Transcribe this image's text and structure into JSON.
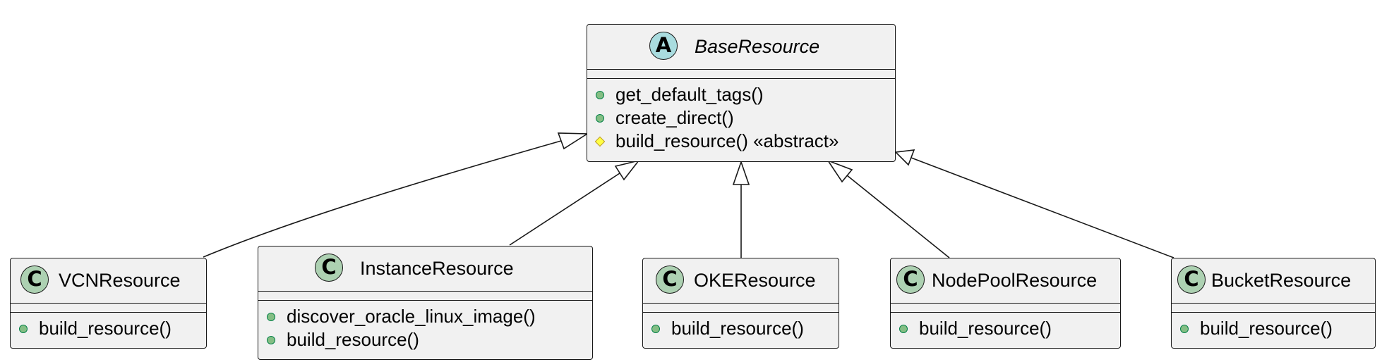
{
  "diagram": {
    "base": {
      "name": "BaseResource",
      "stereotype": "A",
      "methods": [
        {
          "visibility": "public",
          "text": "get_default_tags()"
        },
        {
          "visibility": "public",
          "text": "create_direct()"
        },
        {
          "visibility": "protected",
          "text": "build_resource() «abstract»"
        }
      ]
    },
    "subclasses": [
      {
        "name": "VCNResource",
        "stereotype": "C",
        "methods": [
          {
            "visibility": "public",
            "text": "build_resource()"
          }
        ]
      },
      {
        "name": "InstanceResource",
        "stereotype": "C",
        "methods": [
          {
            "visibility": "public",
            "text": "discover_oracle_linux_image()"
          },
          {
            "visibility": "public",
            "text": "build_resource()"
          }
        ]
      },
      {
        "name": "OKEResource",
        "stereotype": "C",
        "methods": [
          {
            "visibility": "public",
            "text": "build_resource()"
          }
        ]
      },
      {
        "name": "NodePoolResource",
        "stereotype": "C",
        "methods": [
          {
            "visibility": "public",
            "text": "build_resource()"
          }
        ]
      },
      {
        "name": "BucketResource",
        "stereotype": "C",
        "methods": [
          {
            "visibility": "public",
            "text": "build_resource()"
          }
        ]
      }
    ],
    "relations": [
      {
        "from": "VCNResource",
        "to": "BaseResource",
        "type": "inheritance"
      },
      {
        "from": "InstanceResource",
        "to": "BaseResource",
        "type": "inheritance"
      },
      {
        "from": "OKEResource",
        "to": "BaseResource",
        "type": "inheritance"
      },
      {
        "from": "NodePoolResource",
        "to": "BaseResource",
        "type": "inheritance"
      },
      {
        "from": "BucketResource",
        "to": "BaseResource",
        "type": "inheritance"
      }
    ]
  },
  "colors": {
    "class_fill": "#f1f1f1",
    "border": "#181818",
    "class_stereotype_fill": "#add1b2",
    "abstract_stereotype_fill": "#a9dcdf",
    "public_marker": "#84be84",
    "protected_marker": "#ffff44"
  }
}
